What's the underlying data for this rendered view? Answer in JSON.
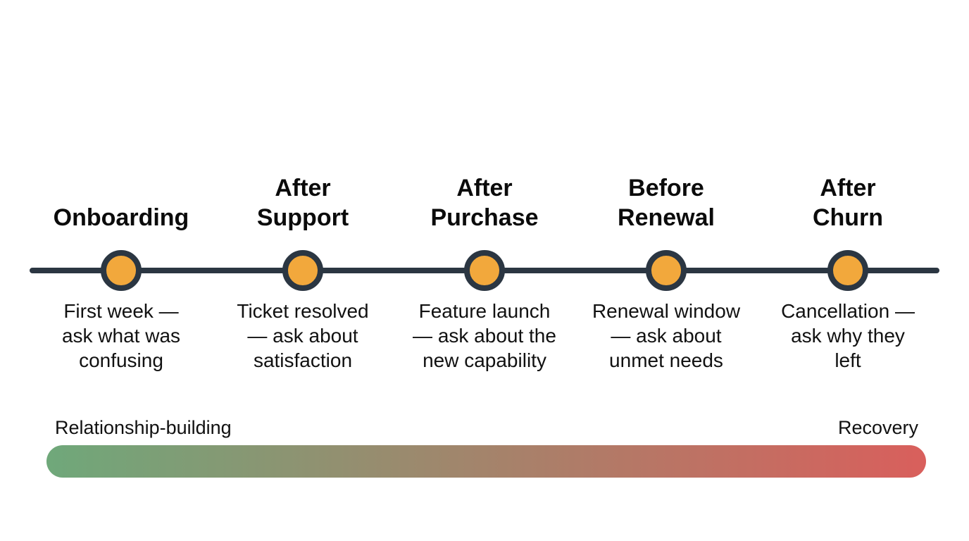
{
  "canvas": {
    "background": "#ffffff"
  },
  "timeline": {
    "line_color": "#2b3642",
    "node_fill": "#f2a83c",
    "node_border": "#2b3642",
    "milestones": [
      {
        "title": "Onboarding",
        "description": "First week —\nask what was\nconfusing"
      },
      {
        "title": "After\nSupport",
        "description": "Ticket resolved\n— ask about\nsatisfaction"
      },
      {
        "title": "After\nPurchase",
        "description": "Feature launch\n— ask about the\nnew capability"
      },
      {
        "title": "Before\nRenewal",
        "description": "Renewal window\n— ask about\nunmet needs"
      },
      {
        "title": "After\nChurn",
        "description": "Cancellation —\nask why they\nleft"
      }
    ]
  },
  "spectrum": {
    "left_label": "Relationship-building",
    "right_label": "Recovery",
    "gradient_start": "#6fa87a",
    "gradient_end": "#d95f5c"
  }
}
